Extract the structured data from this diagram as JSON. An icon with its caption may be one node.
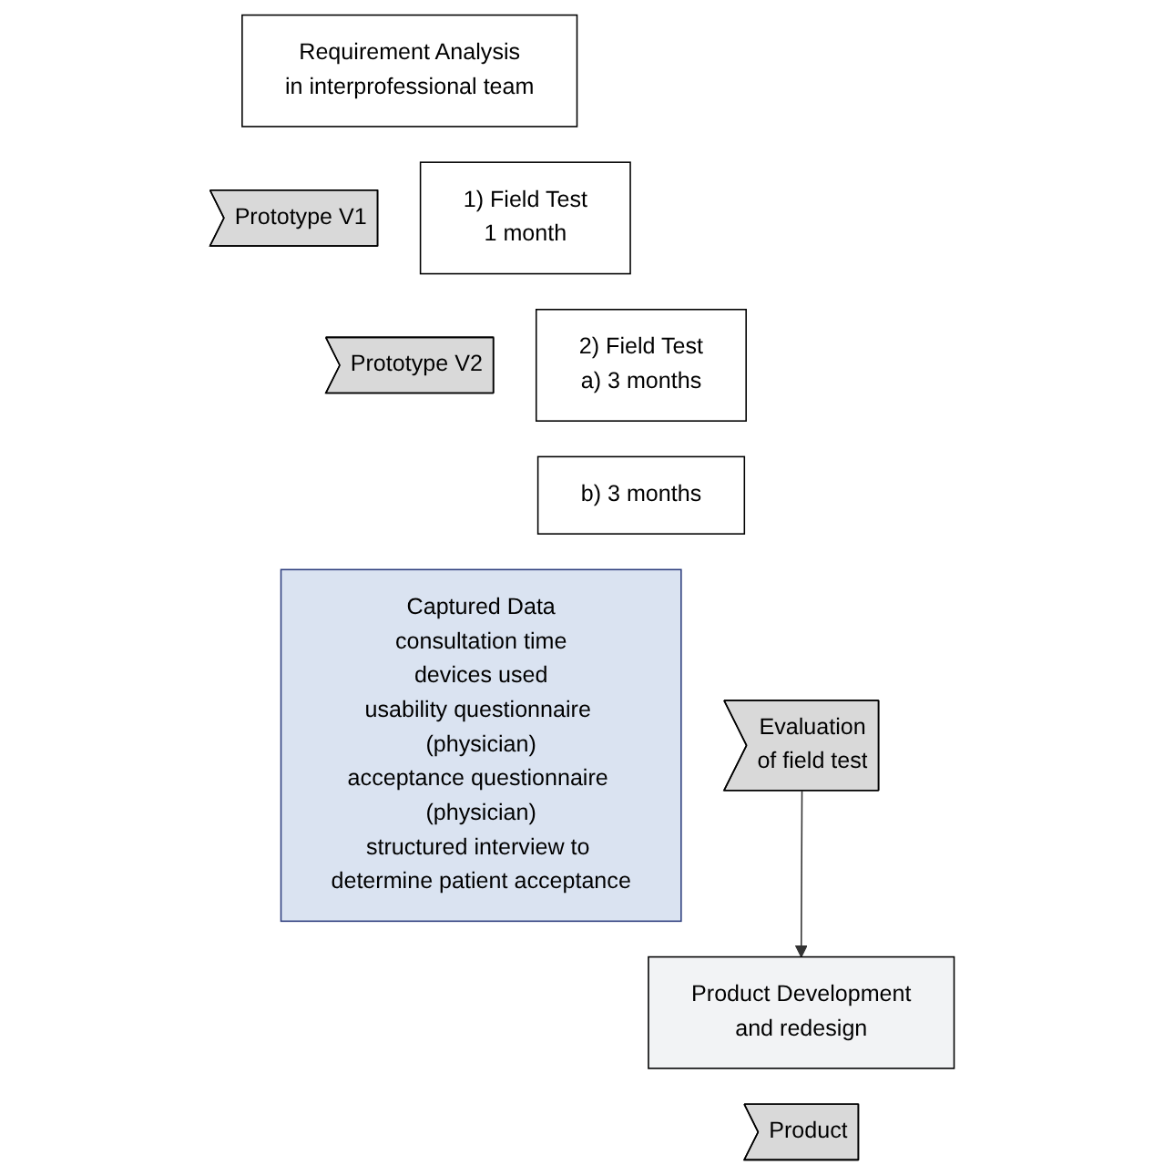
{
  "diagram": {
    "nodes": [
      {
        "text": [
          "Requirement Analysis",
          "in interprofessional team"
        ]
      },
      {
        "text": [
          "Prototype V1"
        ]
      },
      {
        "text": [
          "1) Field Test",
          "1 month"
        ]
      },
      {
        "text": [
          "Prototype V2"
        ]
      },
      {
        "text": [
          "2) Field Test",
          "a) 3 months"
        ]
      },
      {
        "text": [
          "b) 3 months"
        ]
      },
      {
        "text": [
          "Captured Data",
          "consultation time",
          "devices used",
          "usability questionnaire (physician)",
          "acceptance questionnaire (physician)",
          "structured interview to determine patient acceptance"
        ]
      },
      {
        "text": [
          "Evaluation",
          "of field test"
        ]
      },
      {
        "text": [
          "Product Development",
          "and redesign"
        ]
      },
      {
        "text": [
          "Product"
        ]
      }
    ],
    "edges": [
      {
        "from": 7,
        "to": 8,
        "arrow": "to"
      }
    ]
  }
}
